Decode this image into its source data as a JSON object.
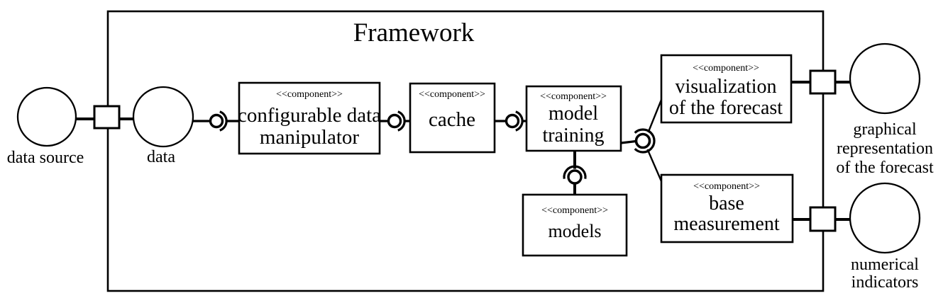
{
  "colors": {
    "line": "#000000",
    "background": "#ffffff",
    "text": "#000000"
  },
  "framework": {
    "title": "Framework"
  },
  "components": {
    "manipulator": {
      "stereotype": "<<component>>",
      "name_line1": "configurable data",
      "name_line2": "manipulator"
    },
    "cache": {
      "stereotype": "<<component>>",
      "name_line1": "cache"
    },
    "model_training": {
      "stereotype": "<<component>>",
      "name_line1": "model",
      "name_line2": "training"
    },
    "visualization": {
      "stereotype": "<<component>>",
      "name_line1": "visualization",
      "name_line2": "of the forecast"
    },
    "base_measurement": {
      "stereotype": "<<component>>",
      "name_line1": "base",
      "name_line2": "measurement"
    },
    "models": {
      "stereotype": "<<component>>",
      "name_line1": "models"
    }
  },
  "external_interfaces": {
    "data_source": {
      "label": "data source"
    },
    "data": {
      "label": "data"
    },
    "graphical_representation": {
      "label_line1": "graphical",
      "label_line2": "representation",
      "label_line3": "of the forecast"
    },
    "numerical_indicators": {
      "label_line1": "numerical",
      "label_line2": "indicators"
    }
  }
}
